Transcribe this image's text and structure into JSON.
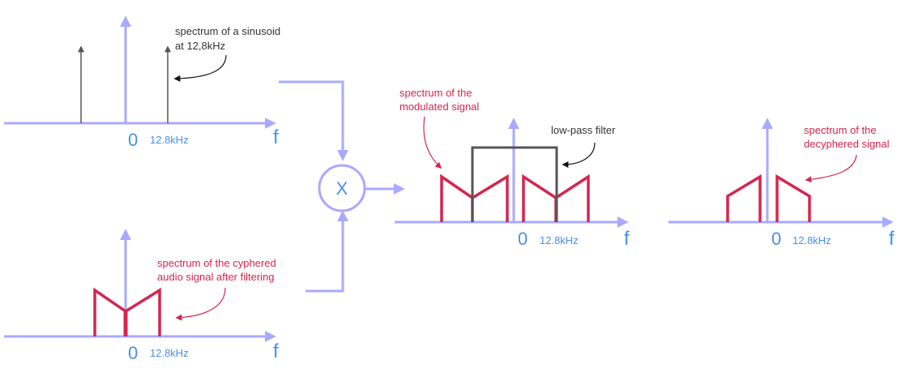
{
  "colors": {
    "axis": "#a9a9ff",
    "axis_text": "#4a8fe7",
    "spectrum": "#d6254f",
    "filter": "#555555",
    "dark_text": "#333333"
  },
  "axes_labels": {
    "freq_axis": "f",
    "origin": "0",
    "carrier": "12.8kHz"
  },
  "notes": {
    "sinusoid_line1": "spectrum of a sinusoid",
    "sinusoid_line2": "at 12,8kHz",
    "cyphered_line1": "spectrum of the cyphered",
    "cyphered_line2": "audio signal after filtering",
    "modulated_line1": "spectrum of the",
    "modulated_line2": "modulated signal",
    "lowpass": "low-pass filter",
    "decyphered_line1": "spectrum of the",
    "decyphered_line2": "decyphered signal"
  },
  "mixer": {
    "symbol": "X"
  }
}
